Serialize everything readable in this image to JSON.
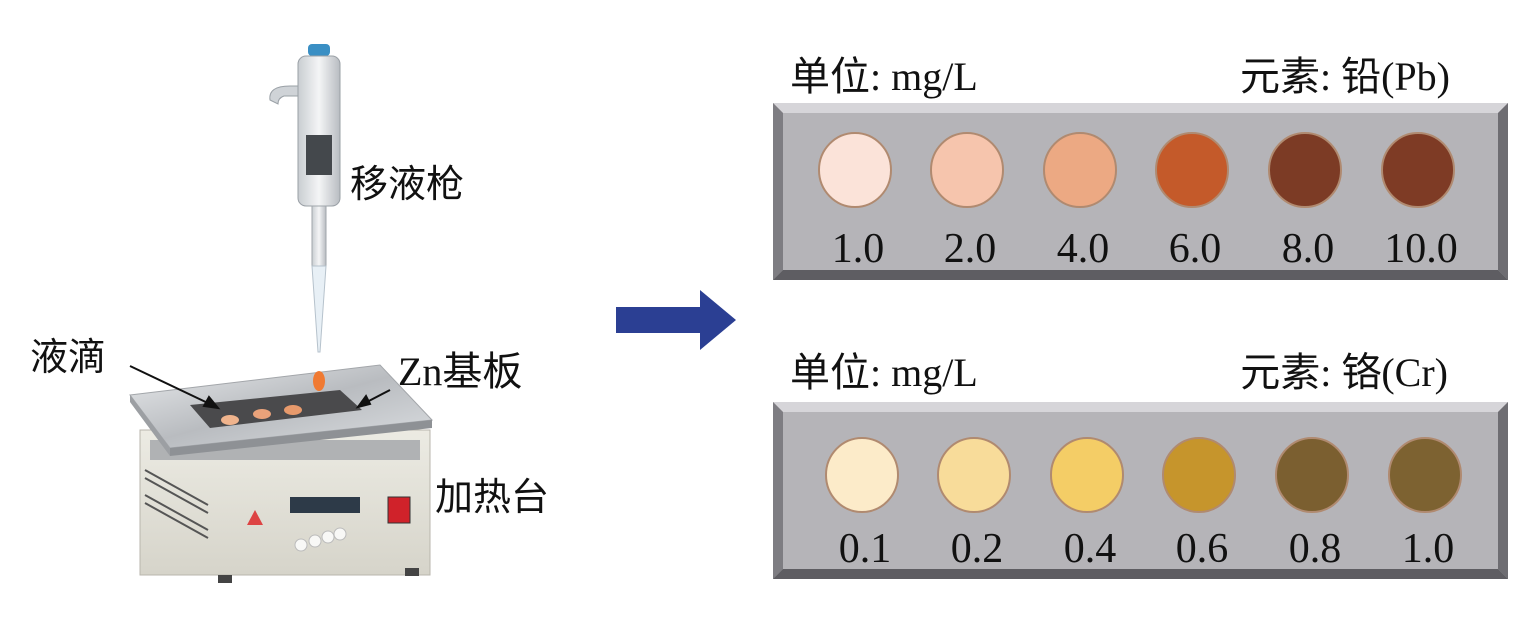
{
  "left": {
    "pipette_label": "移液枪",
    "droplet_label": "液滴",
    "substrate_label": "Zn基板",
    "heater_label": "加热台"
  },
  "arrow_color": "#2b3f93",
  "panels": [
    {
      "unit_label": "单位: mg/L",
      "element_label": "元素: 铅(Pb)",
      "swatches": [
        {
          "value": "1.0",
          "color": "#fbe3d9"
        },
        {
          "value": "2.0",
          "color": "#f6c5ad"
        },
        {
          "value": "4.0",
          "color": "#eca983"
        },
        {
          "value": "6.0",
          "color": "#c45a2a"
        },
        {
          "value": "8.0",
          "color": "#7c3b25"
        },
        {
          "value": "10.0",
          "color": "#7e3b25"
        }
      ]
    },
    {
      "unit_label": "单位: mg/L",
      "element_label": "元素: 铬(Cr)",
      "swatches": [
        {
          "value": "0.1",
          "color": "#fcebc9"
        },
        {
          "value": "0.2",
          "color": "#f8dc9a"
        },
        {
          "value": "0.4",
          "color": "#f4cd66"
        },
        {
          "value": "0.6",
          "color": "#c6952c"
        },
        {
          "value": "0.8",
          "color": "#7b5f30"
        },
        {
          "value": "1.0",
          "color": "#7d6231"
        }
      ]
    }
  ]
}
